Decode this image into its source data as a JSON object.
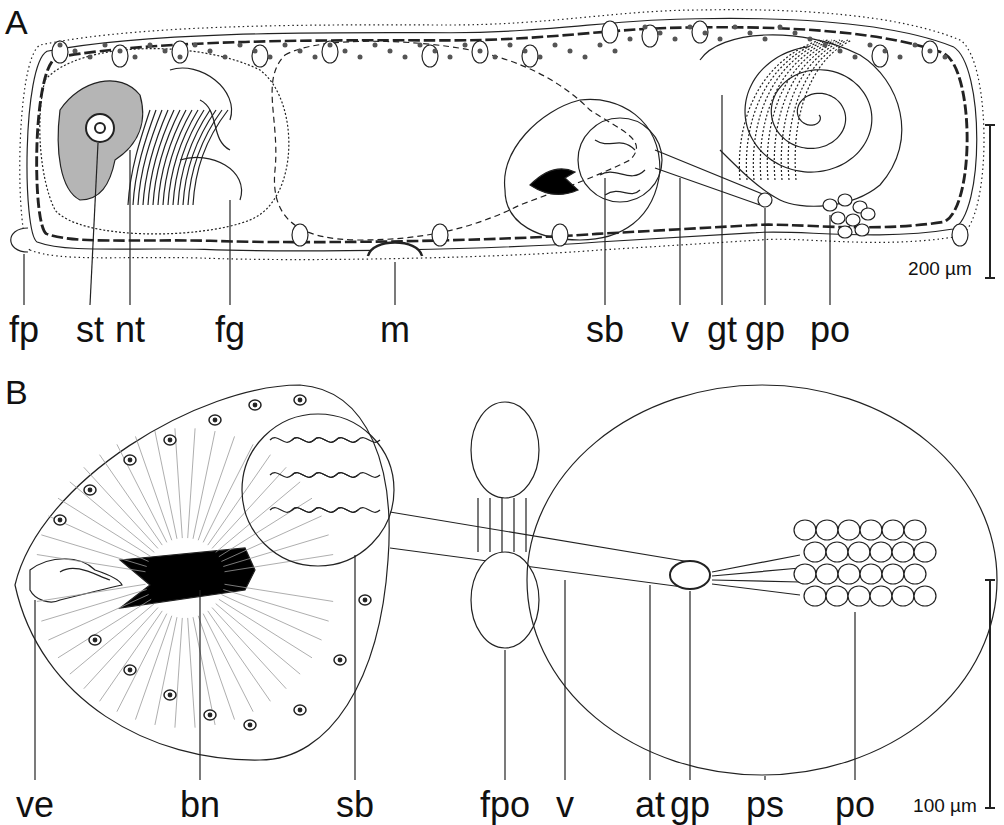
{
  "diagram": {
    "labels": [
      "A",
      "fp",
      "st",
      "nt",
      "fg",
      "m",
      "sb",
      "v",
      "gt",
      "gp",
      "po",
      "200 µm",
      "B",
      "ve",
      "bn",
      "sb",
      "fpo",
      "v",
      "at",
      "gp",
      "ps",
      "po",
      "100 µm"
    ]
  }
}
